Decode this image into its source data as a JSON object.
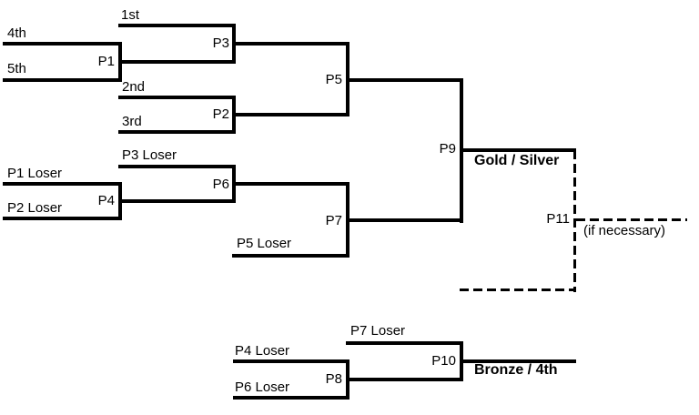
{
  "bracket": {
    "seeds": {
      "first": "1st",
      "second": "2nd",
      "third": "3rd",
      "fourth": "4th",
      "fifth": "5th"
    },
    "matches": {
      "p1": "P1",
      "p2": "P2",
      "p3": "P3",
      "p4": "P4",
      "p5": "P5",
      "p6": "P6",
      "p7": "P7",
      "p8": "P8",
      "p9": "P9",
      "p10": "P10",
      "p11": "P11"
    },
    "feeders": {
      "p1_loser": "P1 Loser",
      "p2_loser": "P2 Loser",
      "p3_loser": "P3 Loser",
      "p4_loser": "P4 Loser",
      "p5_loser": "P5 Loser",
      "p6_loser": "P6 Loser",
      "p7_loser": "P7 Loser"
    },
    "outcomes": {
      "final": "Gold / Silver",
      "consolation": "Bronze / 4th",
      "reset_note": "(if necessary)"
    },
    "colors": {
      "line": "#000000",
      "background": "#ffffff"
    }
  }
}
